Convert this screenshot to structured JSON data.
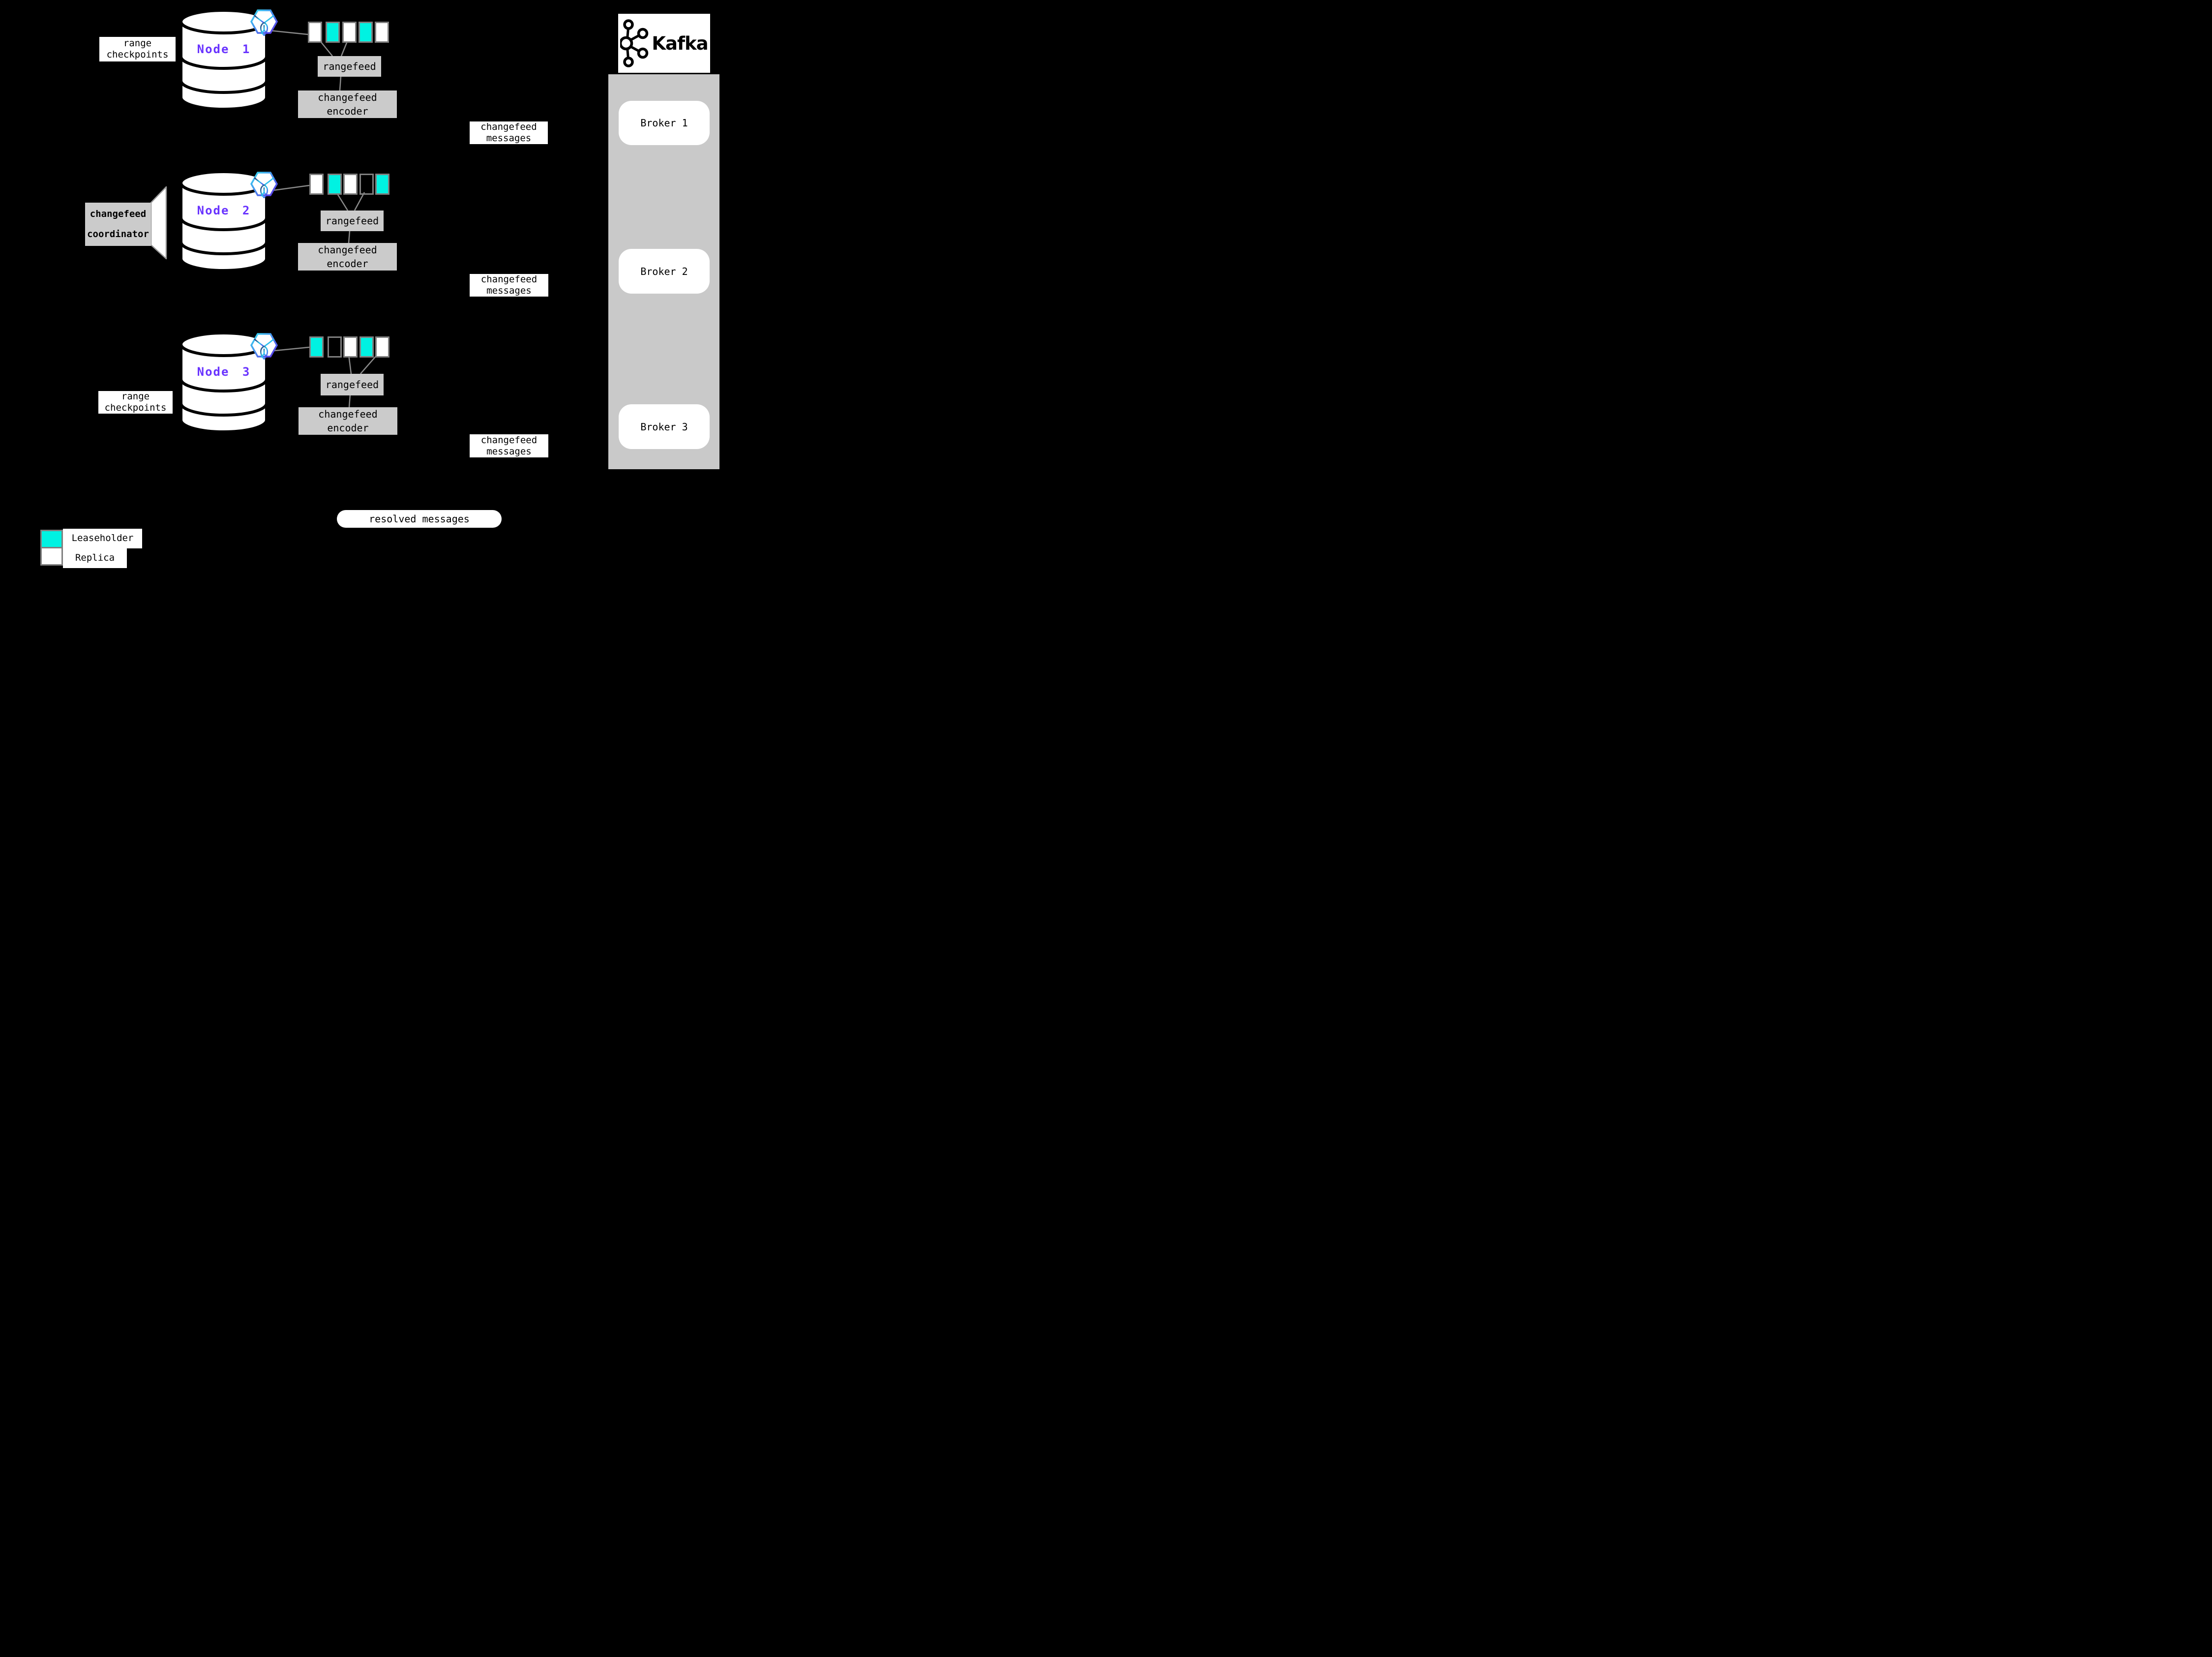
{
  "colors": {
    "background": "#000000",
    "panel_gray": "#cbcbcb",
    "kafka_container_gray": "#c9c9c9",
    "border_gray": "#7f7f7f",
    "line_gray": "#8a8a8a",
    "node_label_purple": "#6933ff",
    "white": "#ffffff",
    "black": "#000000",
    "hex_gradient_start": "#2bd1f2",
    "hex_gradient_end": "#6933ff"
  },
  "range_colors": {
    "leaseholder": "#00f2e2",
    "replica": "#ffffff",
    "empty": "transparent"
  },
  "nodes": [
    {
      "label": "Node 1",
      "checkpoint_label": "range checkpoints",
      "rangefeed_label": "rangefeed",
      "encoder_label": "changefeed encoder",
      "ranges": [
        "replica",
        "leaseholder",
        "replica",
        "leaseholder",
        "replica"
      ]
    },
    {
      "label": "Node 2",
      "coordinator_label": "changefeed coordinator",
      "rangefeed_label": "rangefeed",
      "encoder_label": "changefeed encoder",
      "ranges": [
        "replica",
        "leaseholder",
        "replica",
        "empty",
        "leaseholder"
      ]
    },
    {
      "label": "Node 3",
      "checkpoint_label": "range checkpoints",
      "rangefeed_label": "rangefeed",
      "encoder_label": "changefeed encoder",
      "ranges": [
        "leaseholder",
        "empty",
        "replica",
        "leaseholder",
        "replica"
      ]
    }
  ],
  "messages": {
    "changefeed": "changefeed messages",
    "resolved": "resolved messages"
  },
  "kafka": {
    "title": "Kafka",
    "brokers": [
      {
        "label": "Broker 1"
      },
      {
        "label": "Broker 2"
      },
      {
        "label": "Broker 3"
      }
    ]
  },
  "legend": {
    "items": [
      {
        "kind": "leaseholder",
        "label": "Leaseholder"
      },
      {
        "kind": "replica",
        "label": "Replica"
      }
    ]
  },
  "icons": {
    "node_badge": "cockroachdb-logo",
    "kafka_logo": "kafka-logo"
  }
}
